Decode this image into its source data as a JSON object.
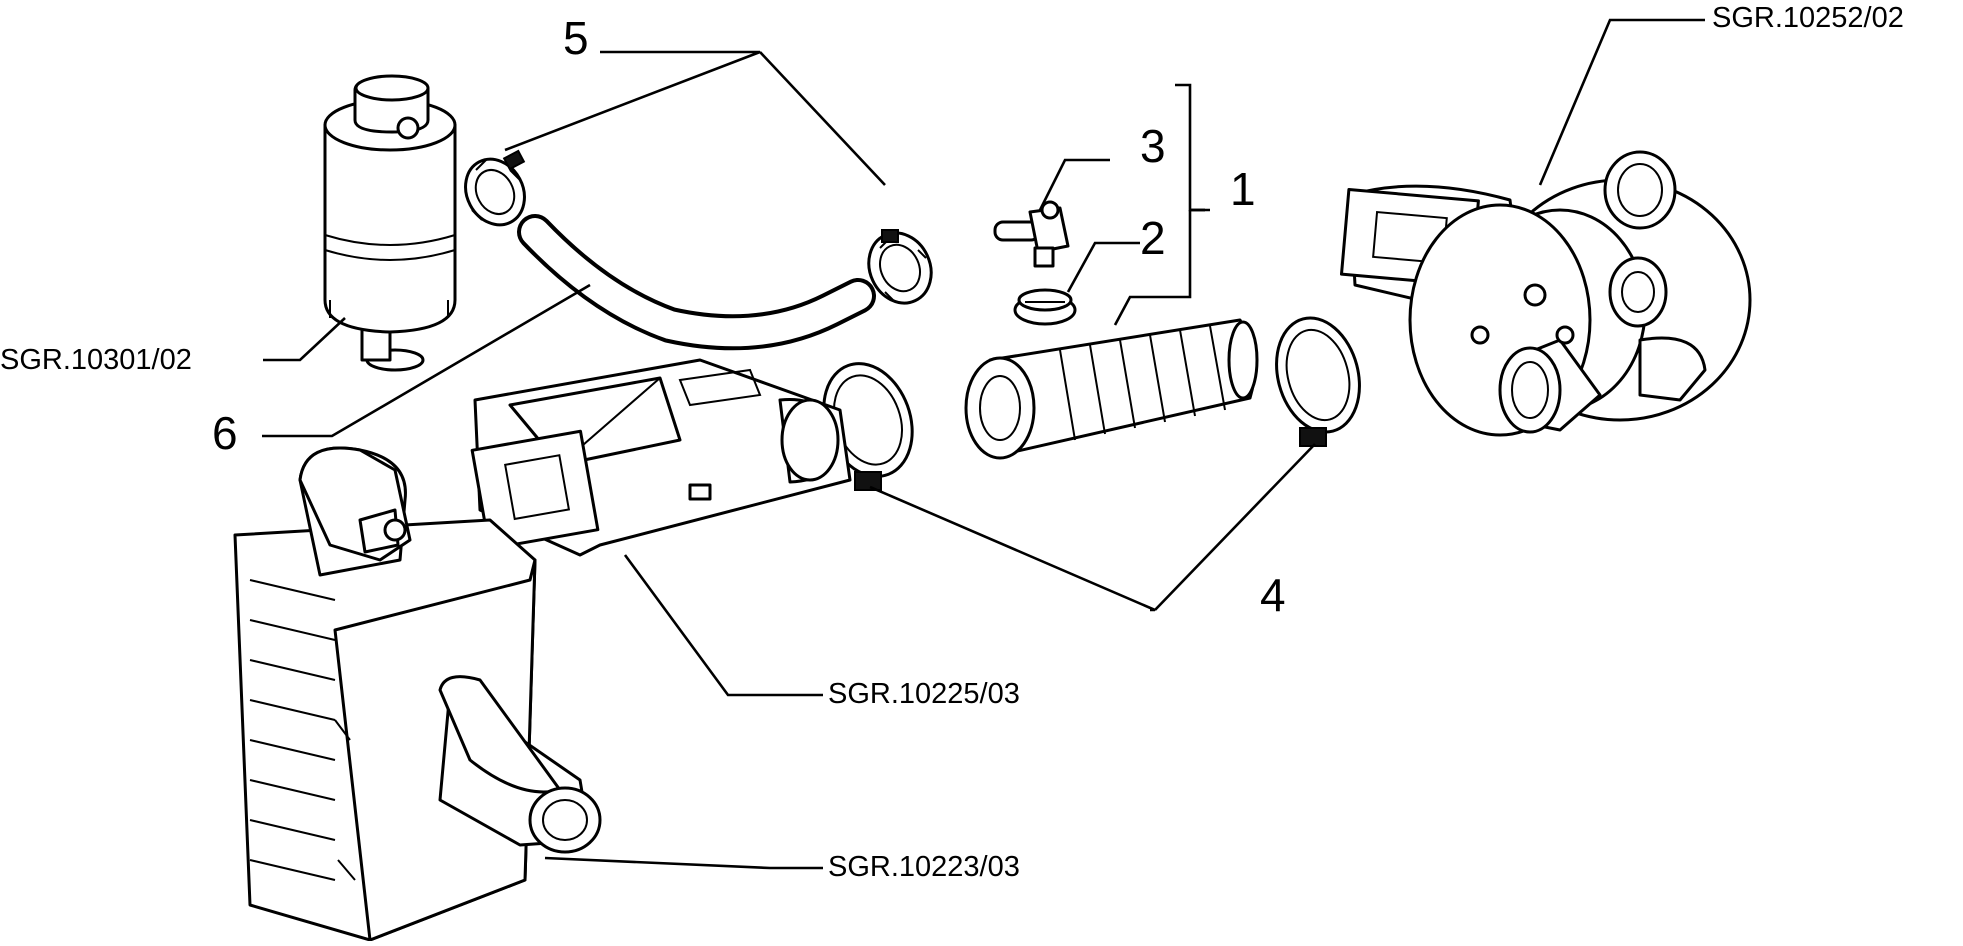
{
  "labels": {
    "ref_turbo": "SGR.10252/02",
    "ref_valve": "SGR.10301/02",
    "ref_intake": "SGR.10225/03",
    "ref_filter": "SGR.10223/03",
    "n1": "1",
    "n2": "2",
    "n3": "3",
    "n4": "4",
    "n5": "5",
    "n6": "6"
  }
}
